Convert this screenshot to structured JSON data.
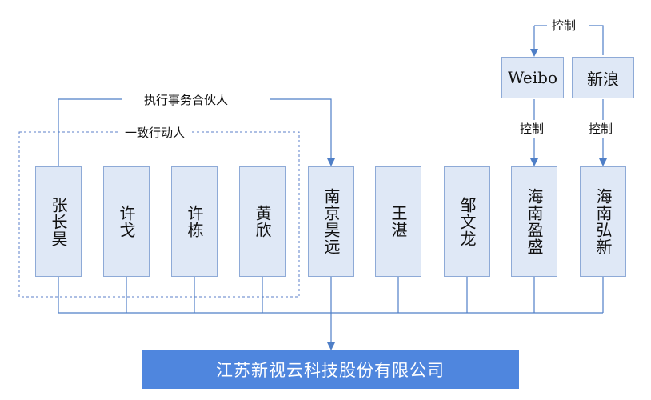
{
  "entities": {
    "zhang_changhao": "张长昊",
    "xu_ge": "许戈",
    "xu_dong": "许栋",
    "huang_xin": "黄欣",
    "nanjing_haoyuan": "南京昊远",
    "wang_zhan": "王湛",
    "zou_wenlong": "邹文龙",
    "hainan_yingsheng": "海南盈盛",
    "hainan_hongxin": "海南弘新",
    "weibo": "Weibo",
    "xinlang": "新浪"
  },
  "company": "江苏新视云科技股份有限公司",
  "labels": {
    "executive_partner": "执行事务合伙人",
    "acting_in_concert": "一致行动人",
    "control": "控制"
  },
  "colors": {
    "box_fill": "#dfe8f6",
    "box_border": "#8eaad7",
    "line": "#4f7fc7",
    "company_fill": "#4f86de",
    "dashed_group": "#5b7fc9"
  }
}
